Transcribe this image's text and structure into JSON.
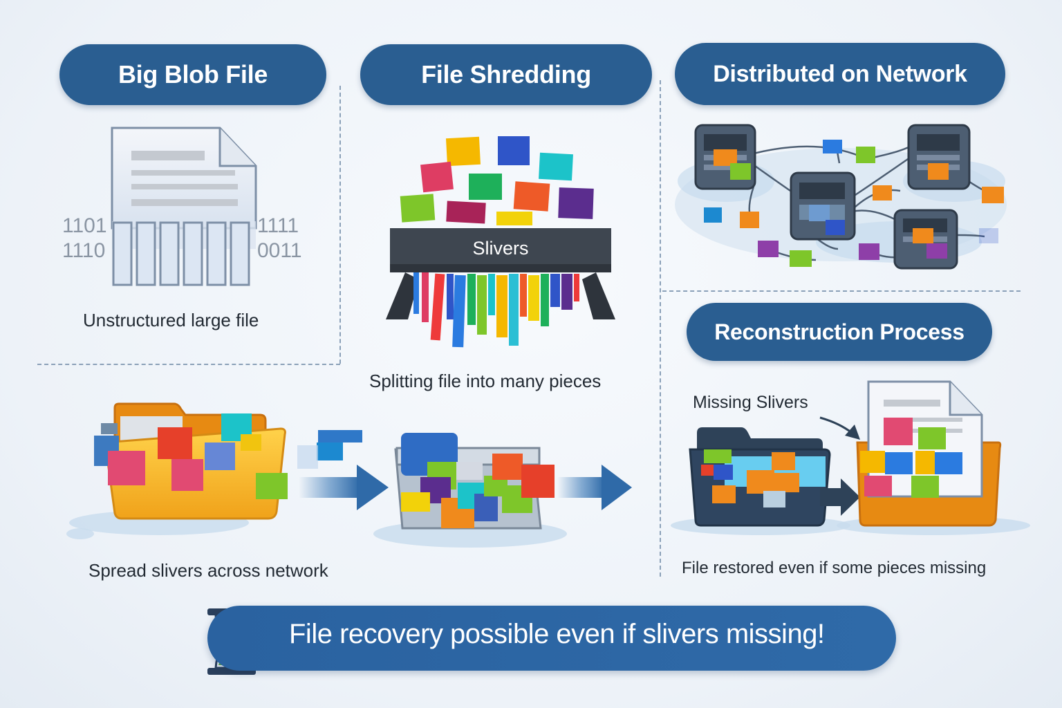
{
  "sections": {
    "big_blob": {
      "title": "Big Blob File",
      "caption": "Unstructured large file",
      "binary_left": [
        "1101",
        "1110"
      ],
      "binary_right": [
        "1111",
        "0011"
      ]
    },
    "shredding": {
      "title": "File Shredding",
      "shredder_label": "Slivers",
      "caption": "Splitting file into many pieces"
    },
    "network": {
      "title": "Distributed on Network"
    },
    "spread": {
      "caption": "Spread slivers across network"
    },
    "reconstruction": {
      "title": "Reconstruction Process",
      "missing_label": "Missing Slivers",
      "caption": "File restored even if some pieces missing"
    }
  },
  "banner": {
    "text": "File recovery possible even if slivers missing!"
  },
  "colors": {
    "pill": "#2a5e91",
    "banner": "#2f6aa8",
    "sliver_palette": [
      "#f5b800",
      "#2f55c8",
      "#1cc3c9",
      "#de3d63",
      "#1eb05a",
      "#ee5a28",
      "#7ec62a",
      "#5b2d8e",
      "#f2d20a",
      "#2b7be0"
    ]
  },
  "icons": {
    "hourglass": "hourglass-icon",
    "document": "document-icon",
    "shredder": "shredder-icon",
    "server": "server-icon",
    "folder": "folder-icon",
    "arrow": "arrow-right-icon"
  }
}
